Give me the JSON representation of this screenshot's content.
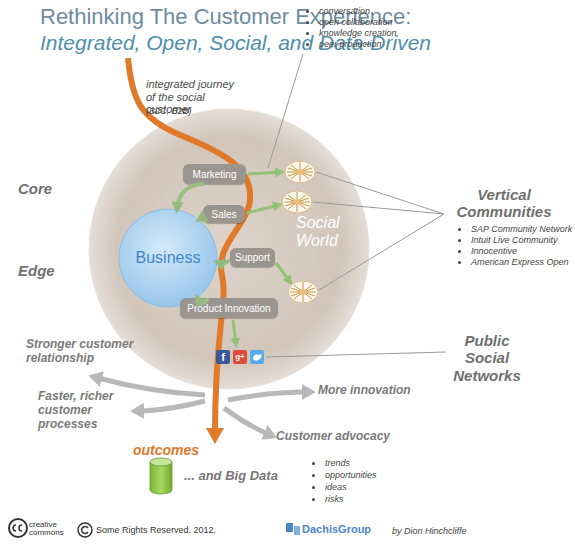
{
  "diagram": {
    "title": "Rethinking The Customer Experience:",
    "nodes": [
      {
        "text": [
          "Social World"
        ]
      },
      {
        "text": [
          "Business"
        ],
        "in": 0
      },
      {
        "text": [
          "Marketing"
        ],
        "in": 0
      },
      {
        "text": [
          "Sales"
        ],
        "in": 0
      },
      {
        "text": [
          "Support"
        ],
        "in": 0
      },
      {
        "text": [
          "Product Innovation"
        ],
        "in": 0
      },
      {
        "text": [
          "... and Big Data"
        ]
      }
    ],
    "edges": [
      {
        "from": 2,
        "to": 1,
        "arrow": "to"
      },
      {
        "from": 3,
        "to": 1,
        "arrow": "to"
      },
      {
        "from": 4,
        "to": 1,
        "arrow": "to"
      },
      {
        "from": 5,
        "to": 1,
        "arrow": "to"
      }
    ],
    "labels": [
      "Integrated, Open, Social, and Data-Driven",
      "integrated journey of the social customer",
      "(B2C, B2B)",
      "conversation",
      "open collaboration",
      "knowledge creation",
      "peer production",
      "Core",
      "Edge",
      "Vertical Communities",
      "SAP Community Network",
      "Intuit Live Community",
      "Innocentive",
      "American Express Open",
      "Public Social Networks",
      "f",
      "g+",
      "Stronger customer relationship",
      "Faster, richer customer processes",
      "More innovation",
      "Customer advocacy",
      "outcomes",
      "trends",
      "opportunities",
      "ideas",
      "risks",
      "creative commons",
      "Some Rights Reserved. 2012.",
      "DachisGroup",
      "by Dion Hinchcliffe"
    ]
  }
}
